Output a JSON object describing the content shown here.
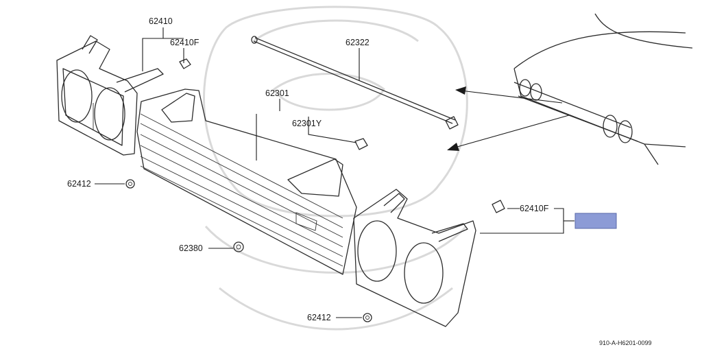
{
  "diagram": {
    "watermark": "seal-logo",
    "highlight_color": "#8c9bd6",
    "labels": {
      "headlight_frame_left": "62410",
      "clip_left_top": "62410F",
      "stay_bar": "62322",
      "grille": "62301",
      "grille_clip": "62301Y",
      "nut_left": "62412",
      "retainer_nut": "62380",
      "nut_right": "62412",
      "clip_right": "62410F"
    },
    "footer_code": "910-A-H6201-0099"
  }
}
